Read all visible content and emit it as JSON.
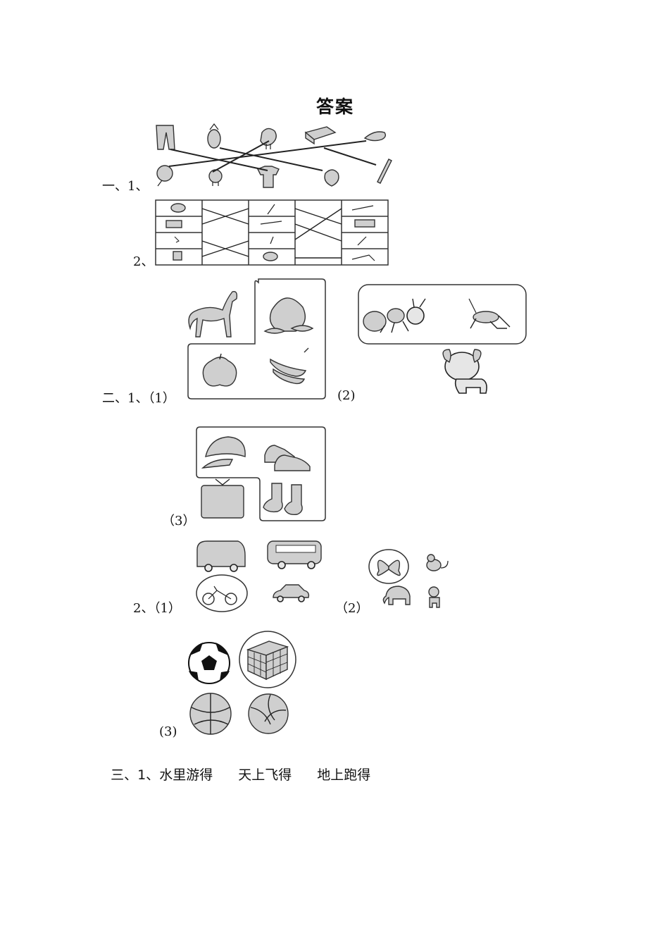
{
  "title": "答案",
  "labels": {
    "s1_1": "一、1、",
    "s1_2": "2、",
    "s2_1_1": "二、1、（1）",
    "s2_1_2": "(2)",
    "s2_1_3": "（3）",
    "s2_2_1": "2、（1）",
    "s2_2_2": "（2）",
    "s2_2_3": "(3)"
  },
  "answers": {
    "prefix": "三、1、",
    "items": [
      "水里游得",
      "天上飞得",
      "地上跑得"
    ]
  }
}
